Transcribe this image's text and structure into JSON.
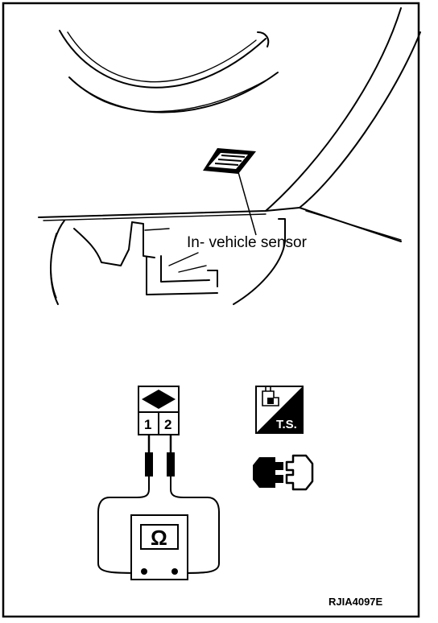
{
  "figure": {
    "callout_label": "In- vehicle sensor",
    "connector_pins": [
      "1",
      "2"
    ],
    "meter_symbol": "Ω",
    "service_badge_text": "T.S.",
    "figure_code": "RJIA4097E"
  },
  "icons": {
    "connector_housing": "connector-diamond-icon",
    "service_badge": "ts-badge-icon",
    "connector_pair": "connector-pair-icon",
    "ohmmeter": "ohmmeter-icon"
  }
}
